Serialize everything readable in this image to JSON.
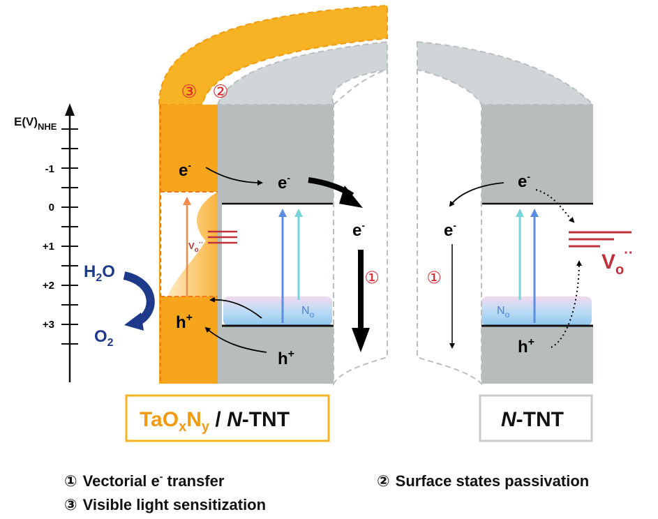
{
  "axis": {
    "label_main": "E(V)",
    "label_sub": "NHE",
    "ticks": [
      "-1",
      "0",
      "+1",
      "+2",
      "+3"
    ]
  },
  "labels": {
    "electron": "e",
    "hole": "h",
    "minus": "-",
    "plus": "+",
    "h2o_h": "H",
    "h2o_sub": "2",
    "h2o_o": "O",
    "o2_o": "O",
    "o2_sub": "2",
    "vo_main": "V",
    "vo_sub": "o",
    "vo_dots": "··",
    "no_main": "N",
    "no_sub": "o"
  },
  "markers": {
    "one": "①",
    "two": "②",
    "three": "③"
  },
  "boxes": {
    "left": {
      "ta": "TaO",
      "x": "x",
      "n": "N",
      "y": "y",
      "slash": " / ",
      "n_italic": "N",
      "tnt": "-TNT"
    },
    "right": {
      "n_italic": "N",
      "tnt": "-TNT"
    }
  },
  "legend": {
    "item1": {
      "marker": "①",
      "text_a": "Vectorial e",
      "sup": "-",
      "text_b": " transfer"
    },
    "item2": {
      "marker": "②",
      "text": "Surface states passivation"
    },
    "item3": {
      "marker": "③",
      "text": "Visible light sensitization"
    }
  },
  "colors": {
    "orange": "#f7a51a",
    "orange_dark": "#f29a12",
    "gray": "#c8cccc",
    "red": "#e0242c",
    "navy": "#1f3a8a",
    "vo_red": "#c0303a",
    "blue_arrow": "#5b8ee0",
    "cyan_arrow": "#77d3dc"
  }
}
